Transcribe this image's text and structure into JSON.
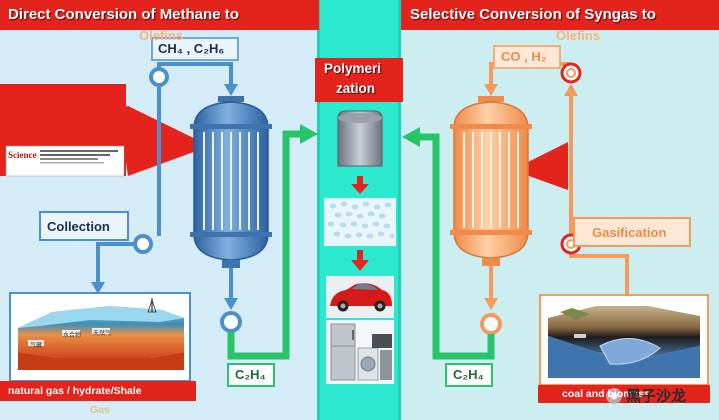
{
  "left": {
    "title": "Direct Conversion of Methane to",
    "title_cont": "Olefins",
    "feed": "CH₄ , C₂H₆",
    "collection_label": "Collection",
    "product": "C₂H₄",
    "source_caption": "natural gas / hydrate/Shale",
    "source_caption_cont": "Gas",
    "science_logo": "Science",
    "image_labels": [
      "水合物",
      "天然气",
      "气藏"
    ]
  },
  "center": {
    "title_line1": "Polymeri",
    "title_line2": "zation"
  },
  "right": {
    "title": "Selective Conversion of Syngas to",
    "title_cont": "Olefins",
    "feed": "CO , H₂",
    "gasification_label": "Gasification",
    "product": "C₂H₄",
    "source_caption": "coal and biomass"
  },
  "watermark": "黑子沙龙",
  "colors": {
    "left_bg": "#d4ebf8",
    "right_bg": "#cdeef0",
    "center_bg": "#2be8cf",
    "title_red": "#e5231d",
    "left_reactor": "#4f87c2",
    "right_reactor": "#f4a56c",
    "arrow_green": "#28c46c",
    "left_line": "#4c8fcd",
    "right_line": "#f59a5a"
  }
}
